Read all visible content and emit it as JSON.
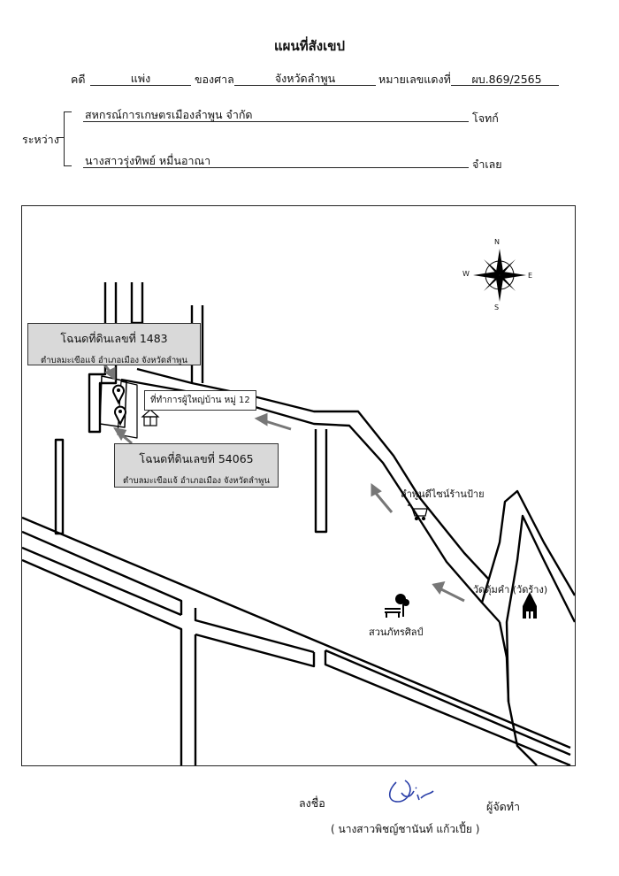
{
  "header": {
    "title": "แผนที่สังเขป"
  },
  "case": {
    "case_label": "คดี",
    "case_type": "แพ่ง",
    "court_label": "ของศาล",
    "court_name": "จังหวัดลำพูน",
    "red_no_label": "หมายเลขแดงที่",
    "red_no": "ผบ.869/2565"
  },
  "parties": {
    "between_label": "ระหว่าง",
    "plaintiff_name": "สหกรณ์การเกษตรเมืองลำพูน จำกัด",
    "plaintiff_role": "โจทก์",
    "defendant_name": "นางสาวรุ่งทิพย์ หมื่นอาณา",
    "defendant_role": "จำเลย"
  },
  "map": {
    "plot_1483": {
      "title": "โฉนดที่ดินเลขที่ 1483",
      "address": "ตำบลมะเขือแจ้ อำเภอเมือง จังหวัดลำพูน"
    },
    "plot_54065": {
      "title": "โฉนดที่ดินเลขที่ 54065",
      "address": "ตำบลมะเขือแจ้ อำเภอเมือง จังหวัดลำพูน"
    },
    "village_office": "ที่ทำการผู้ใหญ่บ้าน หมู่ 12",
    "shop": "ลำพูนดีไซน์ร้านป้าย",
    "park": "สวนภัทรศิลป์",
    "temple": "วัดตุ้มคำ (วัดร้าง)",
    "compass": {
      "n": "N",
      "s": "S",
      "e": "E",
      "w": "W"
    }
  },
  "signature": {
    "sign_label": "ลงชื่อ",
    "role": "ผู้จัดทำ",
    "name": "( นางสาวพิชญ์ชานันท์ แก้วเปี้ย )"
  }
}
